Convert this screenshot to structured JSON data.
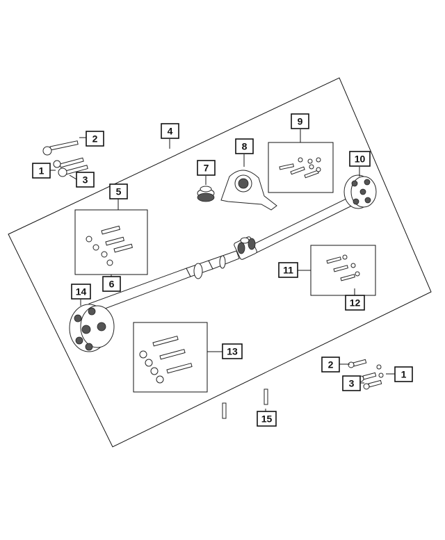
{
  "callouts": {
    "c1_top": "1",
    "c2_top": "2",
    "c3_top": "3",
    "c4": "4",
    "c5": "5",
    "c6": "6",
    "c7": "7",
    "c8": "8",
    "c9": "9",
    "c10": "10",
    "c11": "11",
    "c12": "12",
    "c13": "13",
    "c14": "14",
    "c1_bottom": "1",
    "c2_bottom": "2",
    "c3_bottom": "3",
    "c15": "15"
  }
}
